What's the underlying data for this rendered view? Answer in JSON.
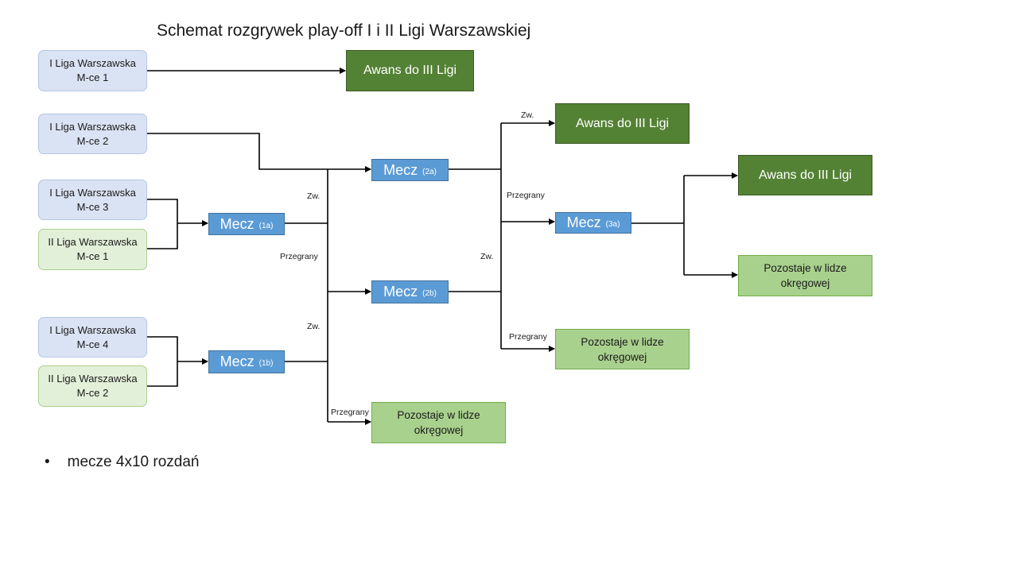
{
  "title": "Schemat rozgrywek play-off I i II Ligi Warszawskiej",
  "teams": [
    {
      "line1": "I Liga Warszawska",
      "line2": "M-ce 1"
    },
    {
      "line1": "I Liga Warszawska",
      "line2": "M-ce 2"
    },
    {
      "line1": "I Liga Warszawska",
      "line2": "M-ce 3"
    },
    {
      "line1": "II Liga Warszawska",
      "line2": "M-ce 1"
    },
    {
      "line1": "I Liga Warszawska",
      "line2": "M-ce 4"
    },
    {
      "line1": "II Liga Warszawska",
      "line2": "M-ce 2"
    }
  ],
  "matches": [
    {
      "label": "Mecz",
      "code": "(1a)"
    },
    {
      "label": "Mecz",
      "code": "(1b)"
    },
    {
      "label": "Mecz",
      "code": "(2a)"
    },
    {
      "label": "Mecz",
      "code": "(2b)"
    },
    {
      "label": "Mecz",
      "code": "(3a)"
    }
  ],
  "outcomes": {
    "awans": "Awans do III Ligi",
    "stay_line1": "Pozostaje w lidze",
    "stay_line2": "okręgowej"
  },
  "edge_labels": {
    "win": "Zw.",
    "lose": "Przegrany"
  },
  "bullets": [
    "mecze 4x10 rozdań"
  ],
  "colors": {
    "league1_fill": "#dae3f3",
    "league2_fill": "#e2f0d9",
    "match_fill": "#5b9bd5",
    "promotion_fill": "#548235",
    "stay_fill": "#a9d18e"
  }
}
